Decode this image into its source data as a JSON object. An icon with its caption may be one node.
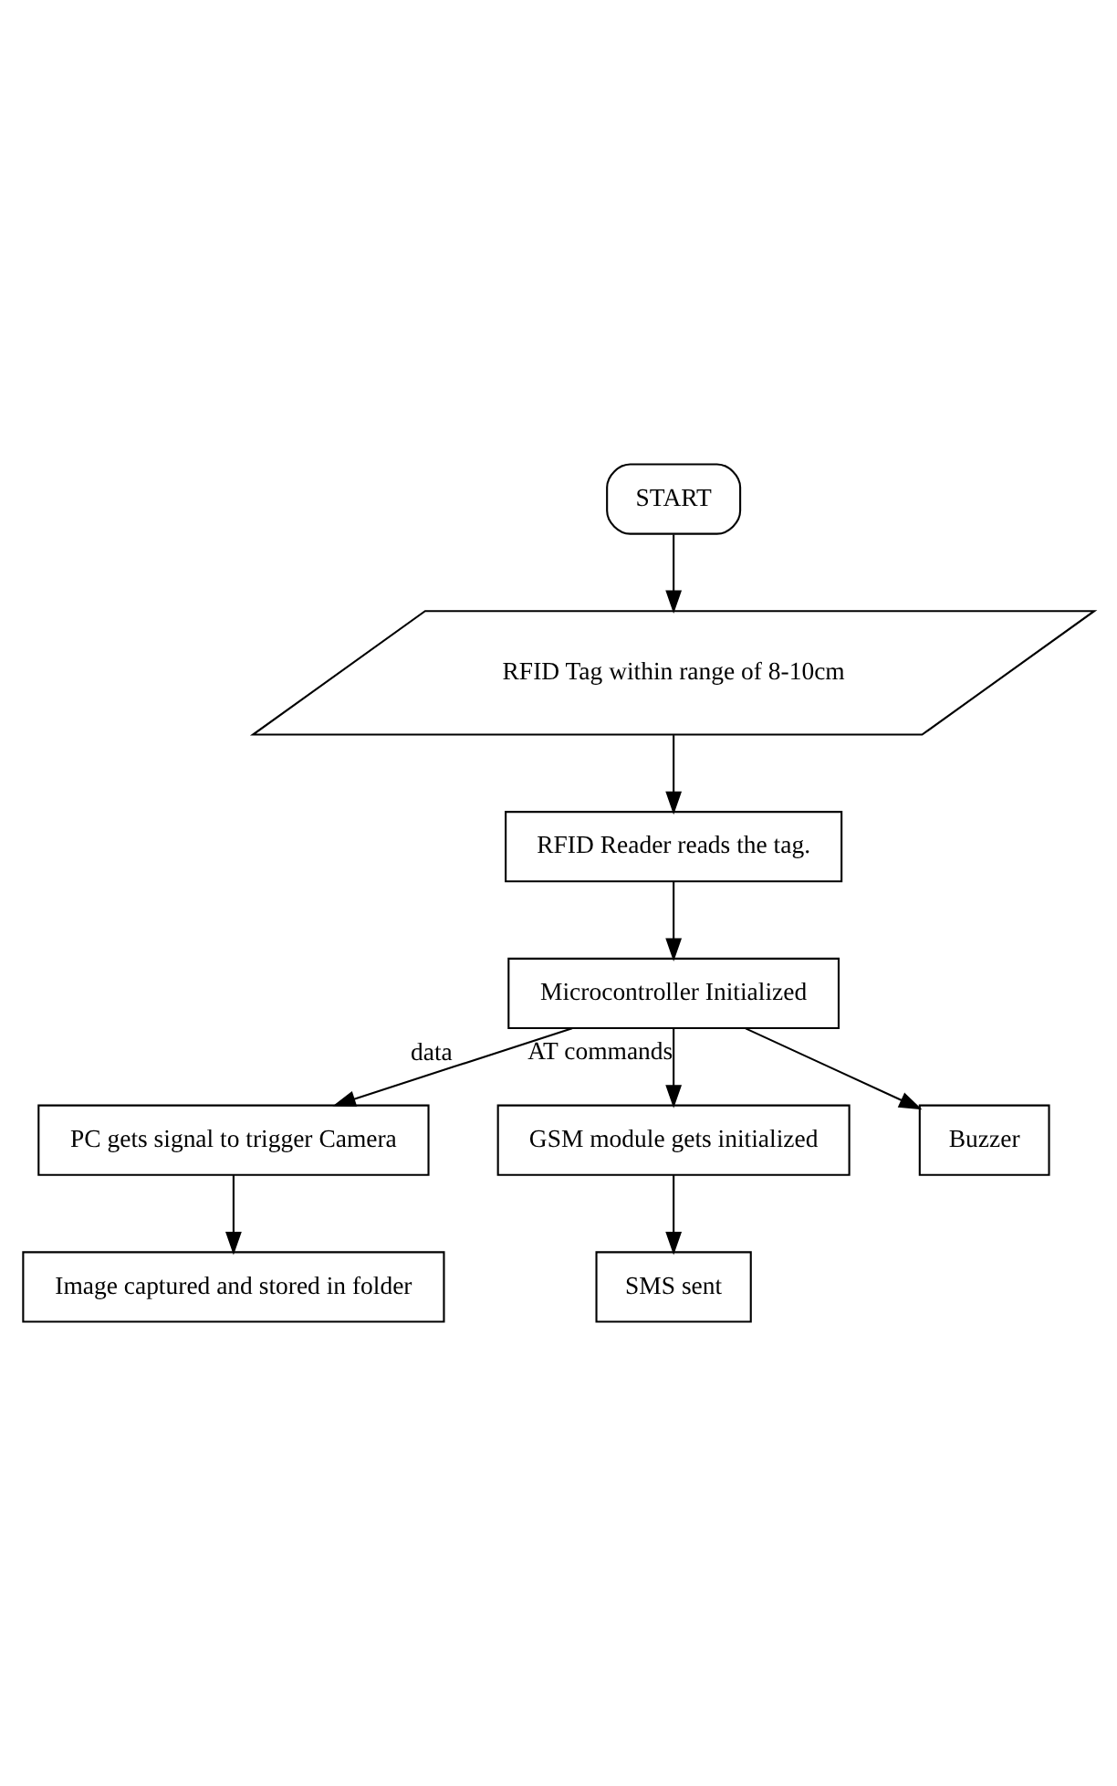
{
  "diagram": {
    "nodes": [
      {
        "text": [
          "START"
        ]
      },
      {
        "text": [
          "RFID Tag within range of 8-10cm"
        ]
      },
      {
        "text": [
          "RFID Reader reads the tag."
        ]
      },
      {
        "text": [
          "Microcontroller Initialized"
        ]
      },
      {
        "text": [
          "PC gets signal to trigger Camera"
        ]
      },
      {
        "text": [
          "GSM module gets initialized"
        ]
      },
      {
        "text": [
          "Buzzer"
        ]
      },
      {
        "text": [
          "Image captured and stored in folder"
        ]
      },
      {
        "text": [
          "SMS sent"
        ]
      }
    ],
    "edges": [
      {
        "from": 0,
        "to": 1,
        "arrow": "to"
      },
      {
        "from": 1,
        "to": 2,
        "arrow": "to"
      },
      {
        "from": 2,
        "to": 3,
        "arrow": "to"
      },
      {
        "from": 3,
        "to": 4,
        "arrow": "to",
        "label": "data"
      },
      {
        "from": 3,
        "to": 5,
        "arrow": "to",
        "label": "AT commands"
      },
      {
        "from": 3,
        "to": 6,
        "arrow": "to"
      },
      {
        "from": 4,
        "to": 7,
        "arrow": "to"
      },
      {
        "from": 5,
        "to": 8,
        "arrow": "to"
      }
    ]
  }
}
